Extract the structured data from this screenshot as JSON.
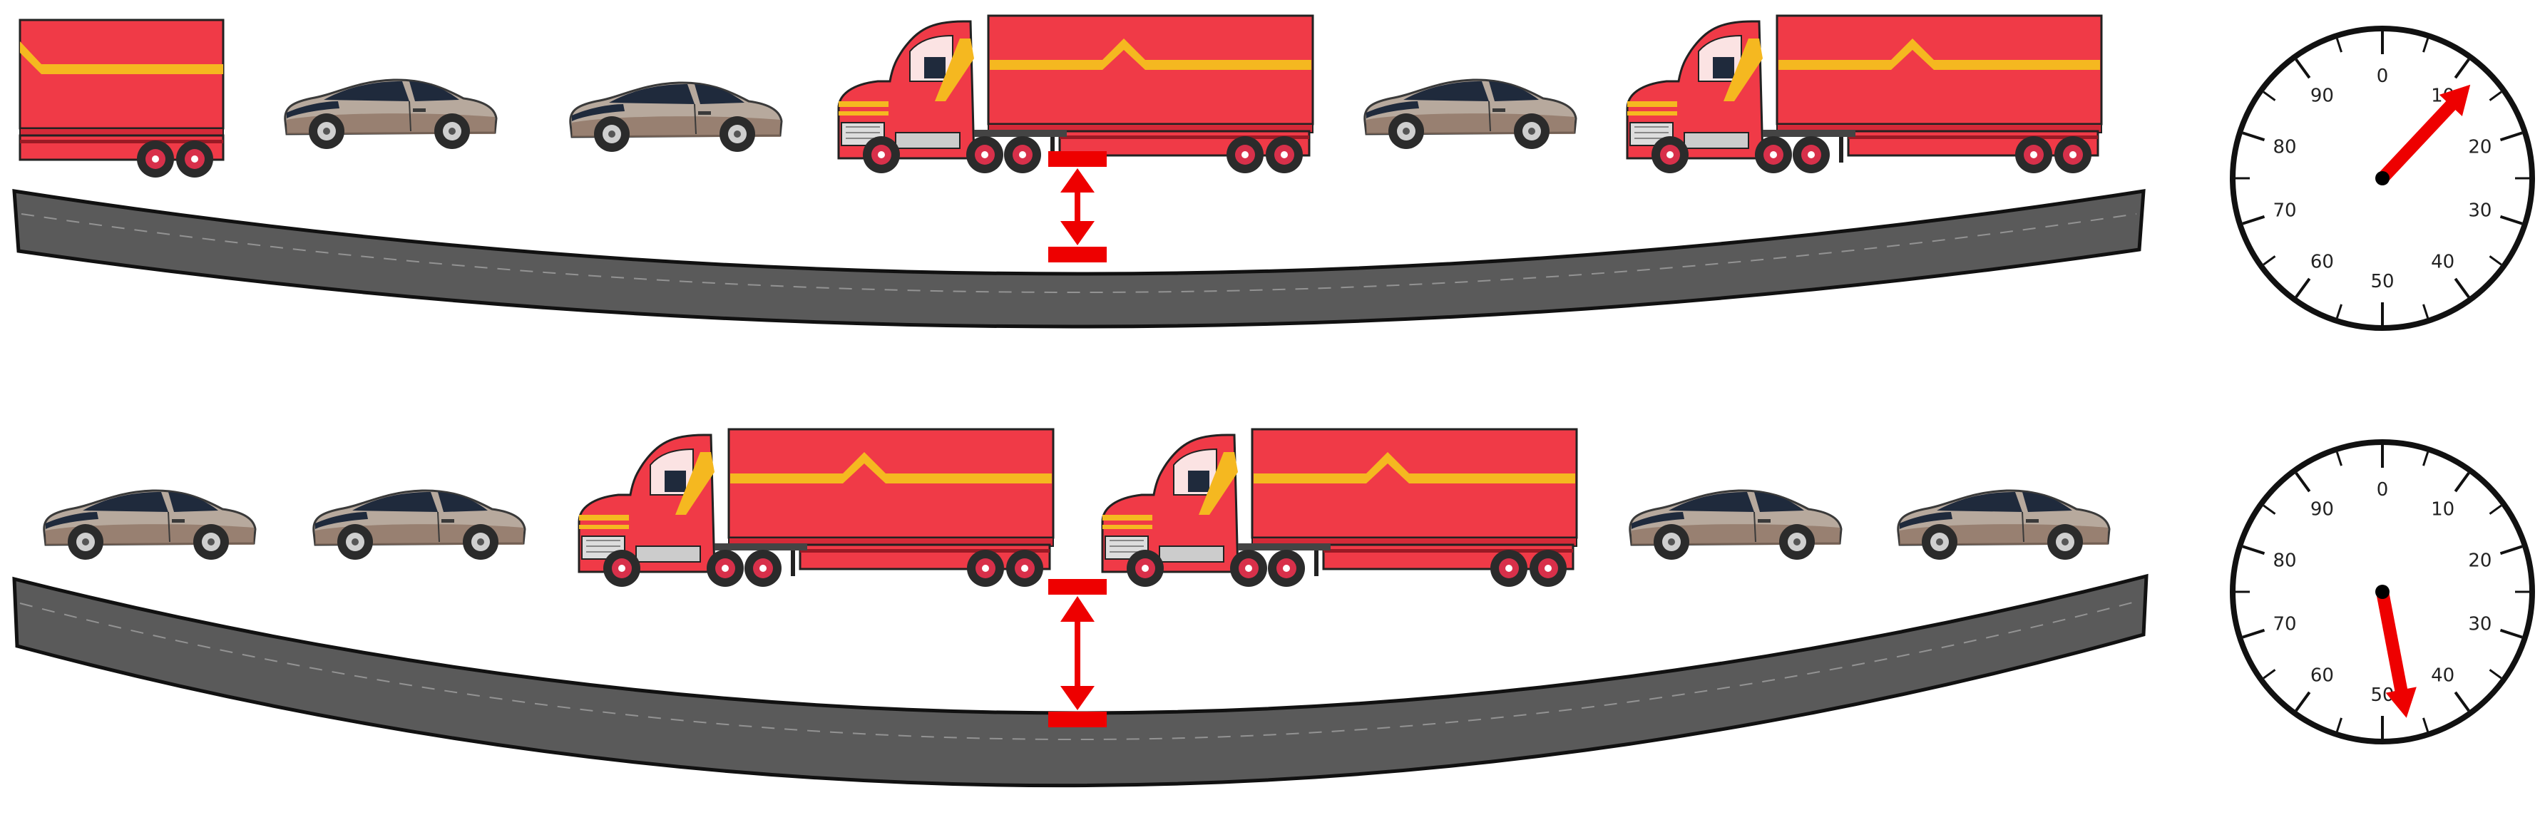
{
  "colors": {
    "truck_red": "#f03a47",
    "stripe_yellow": "#f5b820",
    "road_gray": "#5a5a5a",
    "road_edge": "#111111",
    "indicator_red": "#ee0000",
    "needle_red": "#ee0000",
    "car_body": "#b7a99d",
    "car_dark": "#1f2a3c",
    "tire_dark": "#2b2b2b",
    "rim_red": "#d8304a"
  },
  "gauge_labels": [
    "0",
    "10",
    "20",
    "30",
    "40",
    "50",
    "60",
    "70",
    "80",
    "90"
  ],
  "panels": [
    {
      "id": "top",
      "vehicles": [
        "truck-partial",
        "car",
        "car",
        "truck",
        "car",
        "truck"
      ],
      "deflection_label": "small road deflection",
      "gauge_reading": 12
    },
    {
      "id": "bottom",
      "vehicles": [
        "car",
        "car",
        "truck",
        "truck",
        "car",
        "car"
      ],
      "deflection_label": "large road deflection",
      "gauge_reading": 47
    }
  ]
}
